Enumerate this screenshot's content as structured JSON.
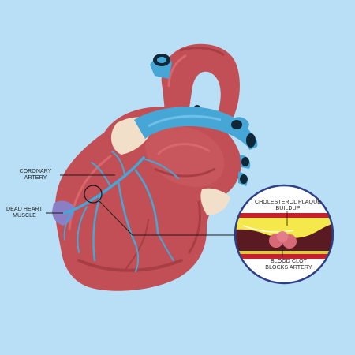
{
  "labels": {
    "coronary_l1": "CORONARY",
    "coronary_l2": "ARTERY",
    "dead_l1": "DEAD HEART",
    "dead_l2": "MUSCLE",
    "plaque_l1": "CHOLESTEROL PLAQUE",
    "plaque_l2": "BUILDUP",
    "clot_l1": "BLOOD CLOT",
    "clot_l2": "BLOCKS ARTERY"
  },
  "colors": {
    "background": "#b8dff5",
    "heart_muscle": "#c24f55",
    "heart_dark": "#a83e45",
    "artery_blue": "#46a6d6",
    "vessel_dark": "#102738",
    "dead_tissue": "#8a7fc4",
    "fat": "#f1dfc9",
    "plaque": "#f4e84a",
    "clot": "#d86a78",
    "inset_border": "#2f3f86"
  }
}
